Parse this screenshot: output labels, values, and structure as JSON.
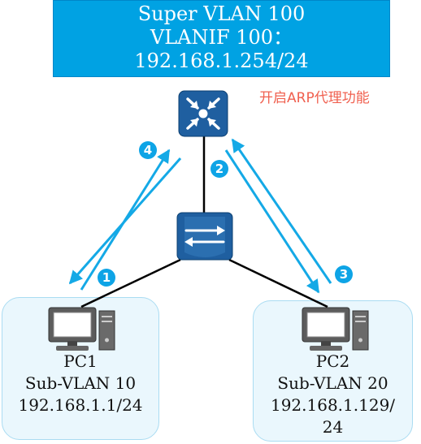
{
  "banner": {
    "line1": "Super VLAN 100",
    "line2": "VLANIF 100：",
    "line3": "192.168.1.254/24"
  },
  "note": "开启ARP代理功能",
  "pc1": {
    "name": "PC1",
    "vlan": "Sub-VLAN 10",
    "ip": "192.168.1.1/24"
  },
  "pc2": {
    "name": "PC2",
    "vlan": "Sub-VLAN 20",
    "ip_line1": "192.168.1.129/",
    "ip_line2": "24"
  },
  "steps": [
    "4",
    "2",
    "1",
    "3"
  ],
  "colors": {
    "banner": "#00a2e3",
    "device": "#1f5fa0",
    "arrow": "#14a9e6",
    "zone": "#eaf7fd",
    "note": "#f0604f"
  },
  "icons": [
    "l3-switch-icon",
    "l2-switch-icon",
    "pc-icon"
  ]
}
